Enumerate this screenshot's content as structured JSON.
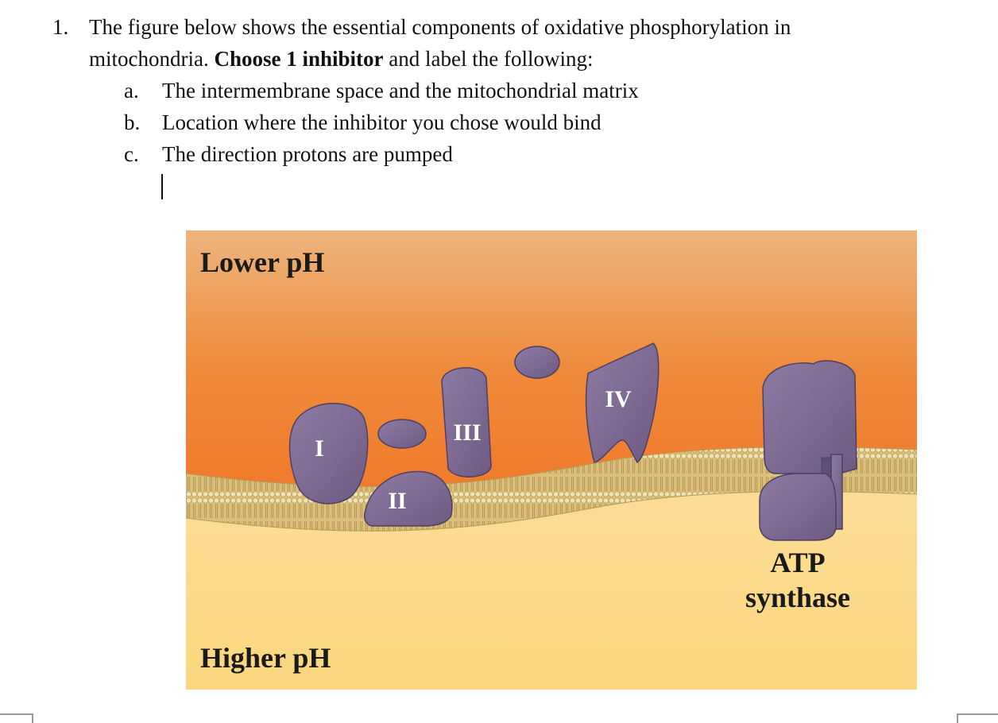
{
  "question": {
    "number": "1.",
    "line1": "The figure below shows the essential components of oxidative phosphorylation in",
    "line2_before": "mitochondria. ",
    "line2_bold": "Choose 1 inhibitor",
    "line2_after": " and label the following:",
    "items": [
      {
        "label": "a.",
        "text": "The intermembrane space and the mitochondrial matrix"
      },
      {
        "label": "b.",
        "text": "Location where the inhibitor you chose would bind"
      },
      {
        "label": "c.",
        "text": "The direction protons are pumped"
      }
    ]
  },
  "figure": {
    "top_label": "Lower pH",
    "bottom_label": "Higher pH",
    "complexes": [
      "I",
      "II",
      "III",
      "IV"
    ],
    "atp_synthase_line1": "ATP",
    "atp_synthase_line2": "synthase",
    "colors": {
      "intermembrane_top": "#eeb47c",
      "intermembrane_orange": "#ef8a3a",
      "matrix_light": "#fde6b8",
      "matrix_yellow": "#fbd67e",
      "protein_fill": "#7a6790",
      "protein_stroke": "#4e3f63",
      "membrane_head": "#e8d89a",
      "membrane_tail": "#d9b96a"
    }
  }
}
